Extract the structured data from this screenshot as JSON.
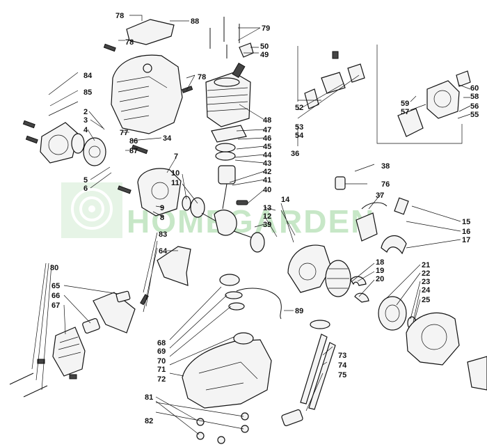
{
  "watermark": {
    "text": "HOMEGARDEN"
  },
  "labels": [
    {
      "id": "78a",
      "text": "78"
    },
    {
      "id": "88",
      "text": "88"
    },
    {
      "id": "78b",
      "text": "78"
    },
    {
      "id": "79",
      "text": "79"
    },
    {
      "id": "50",
      "text": "50"
    },
    {
      "id": "49",
      "text": "49"
    },
    {
      "id": "84",
      "text": "84"
    },
    {
      "id": "85",
      "text": "85"
    },
    {
      "id": "78c",
      "text": "78"
    },
    {
      "id": "2",
      "text": "2"
    },
    {
      "id": "3",
      "text": "3"
    },
    {
      "id": "86",
      "text": "86"
    },
    {
      "id": "4",
      "text": "4"
    },
    {
      "id": "87",
      "text": "87"
    },
    {
      "id": "77",
      "text": "77"
    },
    {
      "id": "34",
      "text": "34"
    },
    {
      "id": "7",
      "text": "7"
    },
    {
      "id": "10",
      "text": "10"
    },
    {
      "id": "11",
      "text": "11"
    },
    {
      "id": "5",
      "text": "5"
    },
    {
      "id": "6",
      "text": "6"
    },
    {
      "id": "9",
      "text": "9"
    },
    {
      "id": "8",
      "text": "8"
    },
    {
      "id": "48",
      "text": "48"
    },
    {
      "id": "47",
      "text": "47"
    },
    {
      "id": "46",
      "text": "46"
    },
    {
      "id": "45",
      "text": "45"
    },
    {
      "id": "44",
      "text": "44"
    },
    {
      "id": "43",
      "text": "43"
    },
    {
      "id": "42",
      "text": "42"
    },
    {
      "id": "41",
      "text": "41"
    },
    {
      "id": "40",
      "text": "40"
    },
    {
      "id": "39",
      "text": "39"
    },
    {
      "id": "13",
      "text": "13"
    },
    {
      "id": "12",
      "text": "12"
    },
    {
      "id": "52",
      "text": "52"
    },
    {
      "id": "53",
      "text": "53"
    },
    {
      "id": "54",
      "text": "54"
    },
    {
      "id": "36",
      "text": "36"
    },
    {
      "id": "38",
      "text": "38"
    },
    {
      "id": "76",
      "text": "76"
    },
    {
      "id": "37",
      "text": "37"
    },
    {
      "id": "14",
      "text": "14"
    },
    {
      "id": "59",
      "text": "59"
    },
    {
      "id": "57",
      "text": "57"
    },
    {
      "id": "60",
      "text": "60"
    },
    {
      "id": "58",
      "text": "58"
    },
    {
      "id": "56",
      "text": "56"
    },
    {
      "id": "55",
      "text": "55"
    },
    {
      "id": "15",
      "text": "15"
    },
    {
      "id": "16",
      "text": "16"
    },
    {
      "id": "17",
      "text": "17"
    },
    {
      "id": "18",
      "text": "18"
    },
    {
      "id": "19",
      "text": "19"
    },
    {
      "id": "20",
      "text": "20"
    },
    {
      "id": "21",
      "text": "21"
    },
    {
      "id": "22",
      "text": "22"
    },
    {
      "id": "23",
      "text": "23"
    },
    {
      "id": "24",
      "text": "24"
    },
    {
      "id": "25",
      "text": "25"
    },
    {
      "id": "83",
      "text": "83"
    },
    {
      "id": "64",
      "text": "64"
    },
    {
      "id": "80",
      "text": "80"
    },
    {
      "id": "65",
      "text": "65"
    },
    {
      "id": "66",
      "text": "66"
    },
    {
      "id": "67",
      "text": "67"
    },
    {
      "id": "89",
      "text": "89"
    },
    {
      "id": "68",
      "text": "68"
    },
    {
      "id": "69",
      "text": "69"
    },
    {
      "id": "70",
      "text": "70"
    },
    {
      "id": "71",
      "text": "71"
    },
    {
      "id": "72",
      "text": "72"
    },
    {
      "id": "73",
      "text": "73"
    },
    {
      "id": "74",
      "text": "74"
    },
    {
      "id": "75",
      "text": "75"
    },
    {
      "id": "81",
      "text": "81"
    },
    {
      "id": "82",
      "text": "82"
    }
  ]
}
